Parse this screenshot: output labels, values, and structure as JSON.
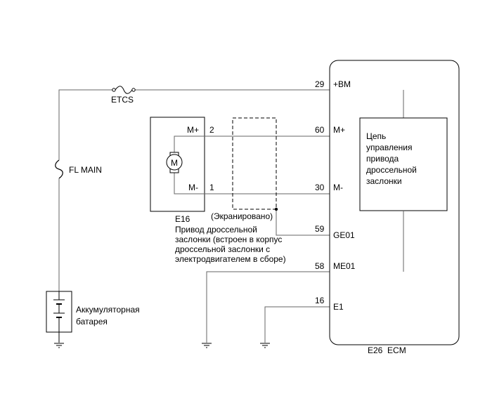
{
  "fuses": {
    "etcs": "ETCS",
    "fl_main": "FL MAIN"
  },
  "battery": {
    "line1": "Аккумуляторная",
    "line2": "батарея"
  },
  "actuator": {
    "code": "E16",
    "motor_symbol": "M",
    "pin_mplus_name": "M+",
    "pin_mplus_num": "2",
    "pin_mminus_name": "M-",
    "pin_mminus_num": "1",
    "desc": [
      "Привод дроссельной",
      "заслонки (встроен в корпус",
      "дроссельной заслонки с",
      "электродвигателем в сборе)"
    ]
  },
  "shield": {
    "label": "(Экранировано)"
  },
  "ecm": {
    "label": "E26  ECM",
    "circuit_lines": [
      "Цепь",
      "управления",
      "привода",
      "дроссельной",
      "заслонки"
    ],
    "pins": [
      {
        "num": "29",
        "name": "+BM"
      },
      {
        "num": "60",
        "name": "M+"
      },
      {
        "num": "30",
        "name": "M-"
      },
      {
        "num": "59",
        "name": "GE01"
      },
      {
        "num": "58",
        "name": "ME01"
      },
      {
        "num": "16",
        "name": "E1"
      }
    ]
  }
}
